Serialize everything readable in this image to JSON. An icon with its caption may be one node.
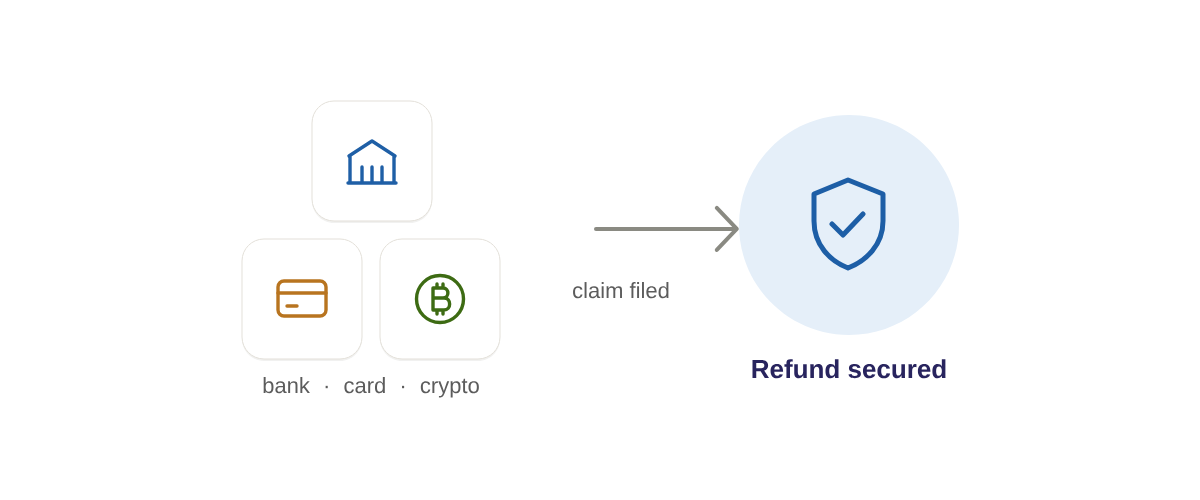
{
  "diagram": {
    "nodes": [
      {
        "text": [],
        "shape": "box"
      },
      {
        "text": [],
        "shape": "box"
      },
      {
        "text": [],
        "shape": "box"
      },
      {
        "text": [
          "Refund secured"
        ]
      }
    ],
    "edges": [
      {
        "from": null,
        "to": 3,
        "arrow": "to",
        "label": "claim filed"
      }
    ],
    "labels": [
      "bank · card · crypto"
    ]
  }
}
